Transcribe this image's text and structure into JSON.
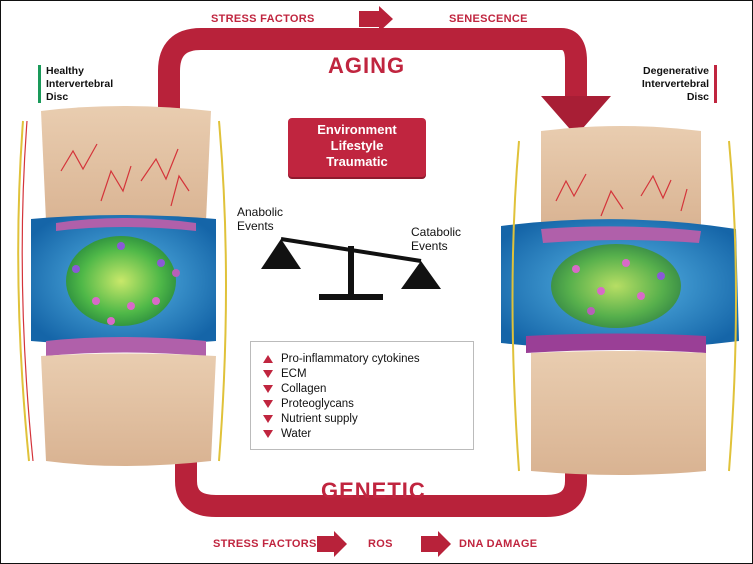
{
  "top_flow": {
    "left": "STRESS FACTORS",
    "right": "SENESCENCE"
  },
  "aging_label": "AGING",
  "genetic_label": "GENETIC",
  "bottom_flow": {
    "first": "STRESS FACTORS",
    "second": "ROS",
    "third": "DNA DAMAGE"
  },
  "healthy_label": "Healthy\nIntervertebral\nDisc",
  "degenerative_label": "Degenerative\nIntervertebral\nDisc",
  "factor_box": [
    "Environment",
    "Lifestyle",
    "Traumatic"
  ],
  "anabolic_label": "Anabolic\nEvents",
  "catabolic_label": "Catabolic\nEvents",
  "changes": [
    {
      "label": "Pro-inflammatory cytokines",
      "direction": "up"
    },
    {
      "label": "ECM",
      "direction": "down"
    },
    {
      "label": "Collagen",
      "direction": "down"
    },
    {
      "label": "Proteoglycans",
      "direction": "down"
    },
    {
      "label": "Nutrient supply",
      "direction": "down"
    },
    {
      "label": "Water",
      "direction": "down"
    }
  ],
  "colors": {
    "accent": "#c0253f",
    "healthy_marker": "#1a9a5a",
    "degenerative_marker": "#c0253f",
    "bone": "#e8c8a8",
    "annulus": "#1e88c8",
    "nucleus": "#3fae3f",
    "endplate": "#b05aa8"
  }
}
